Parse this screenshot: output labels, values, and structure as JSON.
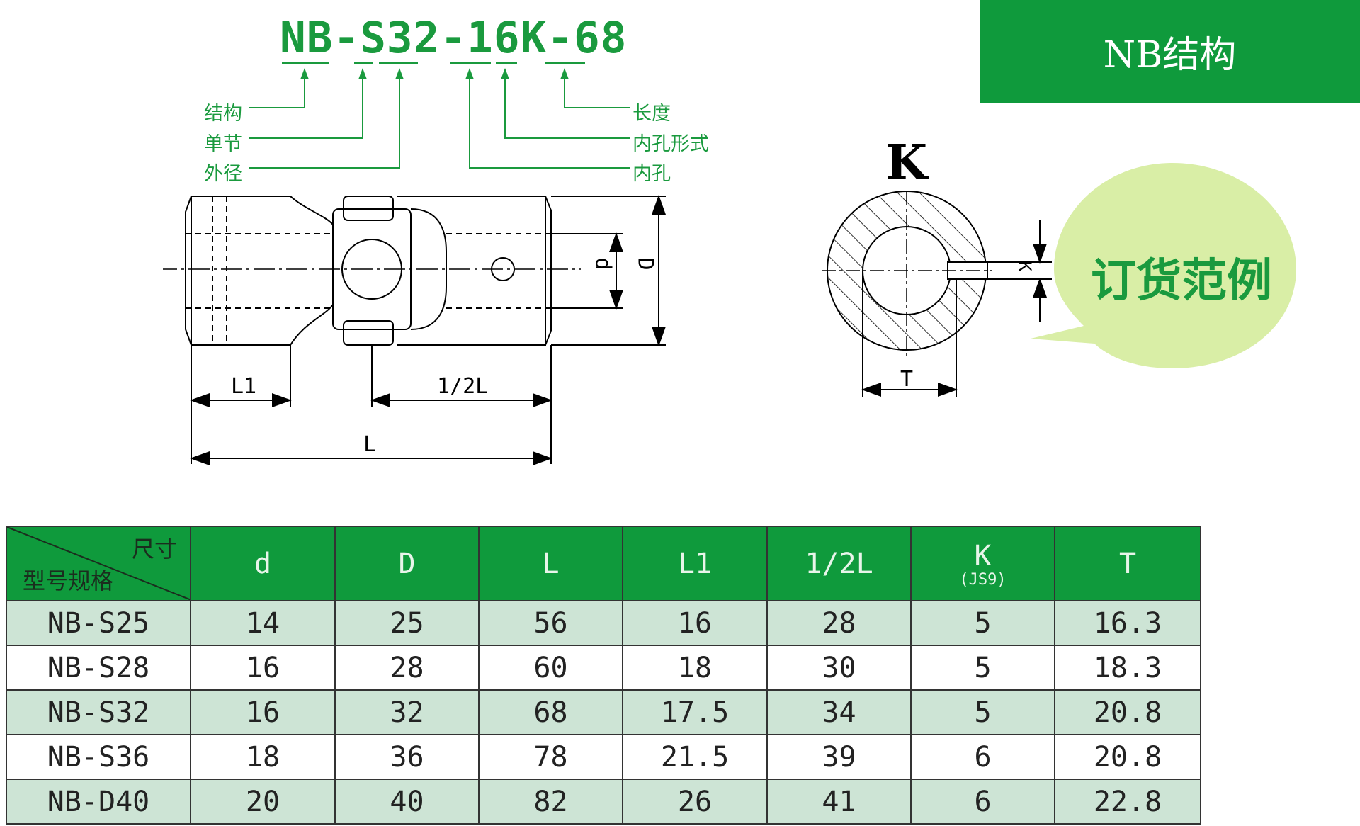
{
  "model_code": {
    "parts": [
      "NB",
      "-",
      "S",
      "32",
      "-",
      "16",
      "K",
      "-",
      "68"
    ]
  },
  "labels": {
    "structure": "结构",
    "single_joint": "单节",
    "outer_diameter": "外径",
    "length": "长度",
    "bore_type": "内孔形式",
    "bore": "内孔"
  },
  "banner": {
    "title": "NB结构"
  },
  "bubble": {
    "text": "订货范例",
    "color": "#d9eea6"
  },
  "section_view": {
    "title": "K"
  },
  "dimensions": {
    "d": "d",
    "D": "D",
    "L1": "L1",
    "half_L": "1/2L",
    "L": "L",
    "K": "K",
    "T": "T"
  },
  "table": {
    "corner_top": "尺寸",
    "corner_bottom": "型号规格",
    "headers": [
      "d",
      "D",
      "L",
      "L1",
      "1/2L",
      "K",
      "T"
    ],
    "k_sub": "(JS9)",
    "rows": [
      [
        "NB-S25",
        "14",
        "25",
        "56",
        "16",
        "28",
        "5",
        "16.3"
      ],
      [
        "NB-S28",
        "16",
        "28",
        "60",
        "18",
        "30",
        "5",
        "18.3"
      ],
      [
        "NB-S32",
        "16",
        "32",
        "68",
        "17.5",
        "34",
        "5",
        "20.8"
      ],
      [
        "NB-S36",
        "18",
        "36",
        "78",
        "21.5",
        "39",
        "6",
        "20.8"
      ],
      [
        "NB-D40",
        "20",
        "40",
        "82",
        "26",
        "41",
        "6",
        "22.8"
      ]
    ]
  },
  "colors": {
    "green": "#0f9a3c",
    "text_green": "#1a9a3e",
    "row_alt": "#cde4d5"
  }
}
